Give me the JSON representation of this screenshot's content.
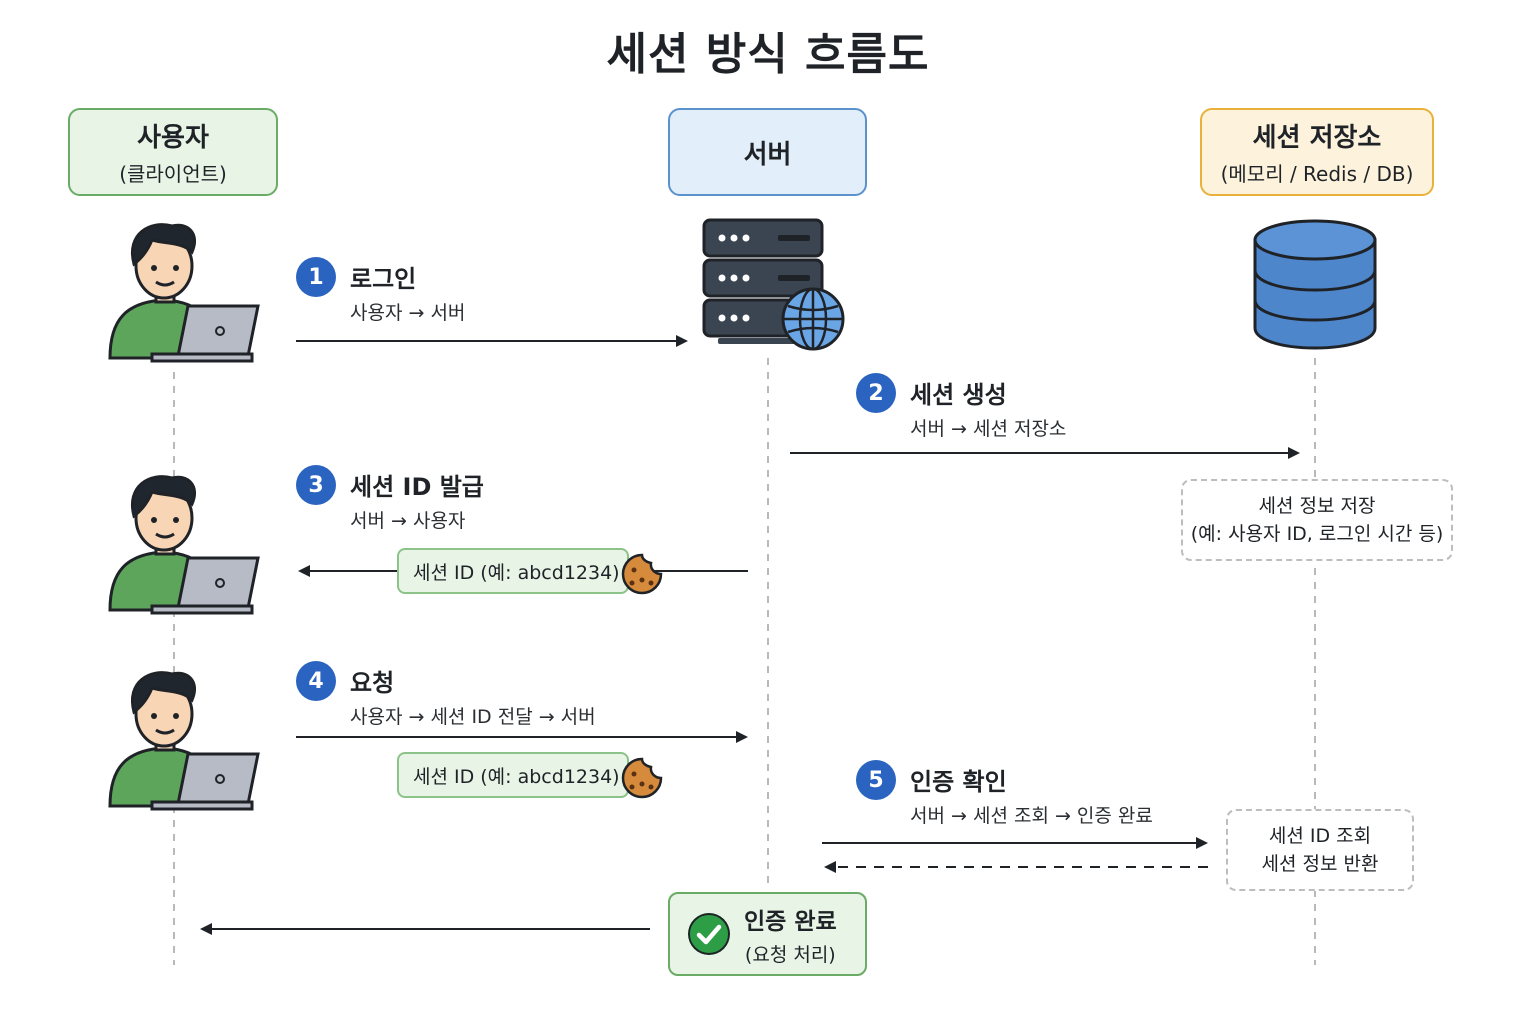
{
  "title": "세션 방식 흐름도",
  "actors": {
    "user": {
      "name": "사용자",
      "sub": "(클라이언트)",
      "color": "#6aab66"
    },
    "server": {
      "name": "서버",
      "color": "#5b92cc"
    },
    "store": {
      "name": "세션 저장소",
      "sub": "(메모리 / Redis / DB)",
      "color": "#e9b13a"
    }
  },
  "steps": [
    {
      "num": "1",
      "title": "로그인",
      "desc": "사용자 → 서버"
    },
    {
      "num": "2",
      "title": "세션 생성",
      "desc": "서버 → 세션 저장소"
    },
    {
      "num": "3",
      "title": "세션 ID 발급",
      "desc": "서버 → 사용자"
    },
    {
      "num": "4",
      "title": "요청",
      "desc": "사용자 → 세션 ID 전달 → 서버"
    },
    {
      "num": "5",
      "title": "인증 확인",
      "desc": "서버 → 세션 조회 → 인증 완료"
    }
  ],
  "tokens": {
    "issued": "세션 ID (예: abcd1234)",
    "sent": "세션 ID (예: abcd1234)"
  },
  "notes": {
    "store_info": {
      "line1": "세션 정보 저장",
      "line2": "(예: 사용자 ID, 로그인 시간 등)"
    },
    "lookup": {
      "line1": "세션 ID 조회",
      "line2": "세션 정보 반환"
    }
  },
  "result": {
    "title": "인증 완료",
    "sub": "(요청 처리)"
  },
  "icons": [
    "user-with-laptop-icon",
    "server-rack-icon",
    "globe-icon",
    "database-icon",
    "cookie-icon",
    "check-circle-icon"
  ],
  "colors": {
    "step_badge": "#2a64c0",
    "arrow": "#1f2328",
    "success": "#2e9e46",
    "token_bg": "#e8f4e6"
  }
}
